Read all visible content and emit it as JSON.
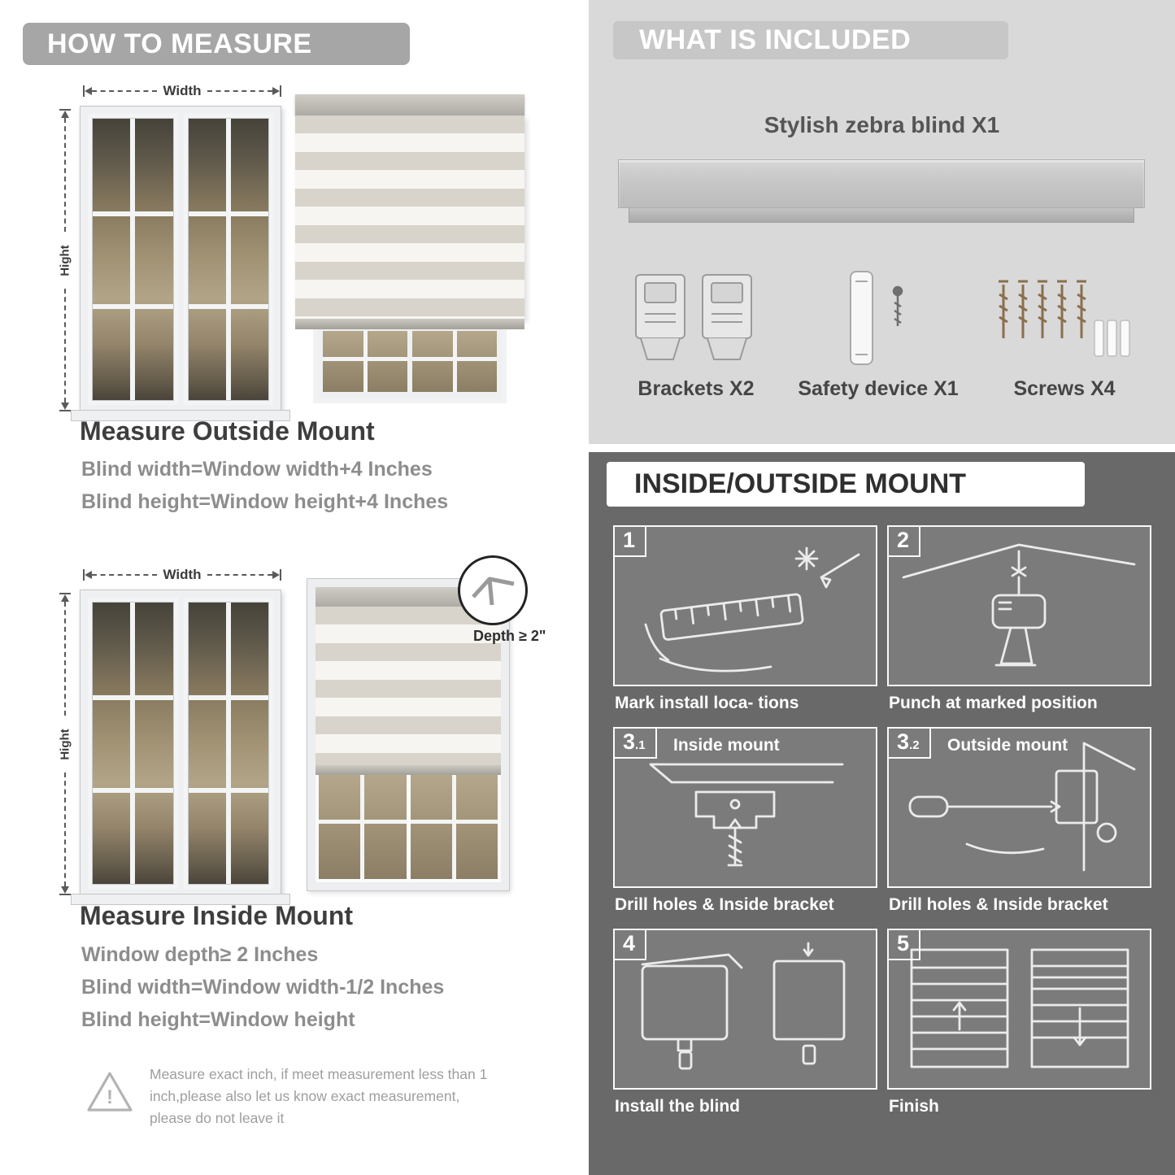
{
  "colors": {
    "banner_gray": "#a6a6a6",
    "included_banner_gray": "#c7c7c7",
    "light_panel_bg": "#d9d9d9",
    "dark_panel_bg": "#696969",
    "heading_text": "#3e3e3e",
    "body_text_gray": "#8d8d8d"
  },
  "left": {
    "banner": "HOW TO MEASURE",
    "fig_outside": {
      "width_label": "Width",
      "height_label": "Hight"
    },
    "outside": {
      "heading": "Measure Outside Mount",
      "lines": [
        "Blind width=Window width+4 Inches",
        "Blind height=Window height+4 Inches"
      ]
    },
    "fig_inside": {
      "width_label": "Width",
      "height_label": "Hight",
      "depth_label": "Depth ≥ 2\""
    },
    "inside": {
      "heading": "Measure Inside Mount",
      "lines": [
        "Window depth≥ 2 Inches",
        "Blind width=Window width-1/2 Inches",
        "Blind height=Window height"
      ]
    },
    "note": {
      "icon": "!",
      "text": "Measure exact inch, if meet measurement less than 1 inch,please also let us know exact measurement, please do not leave it"
    }
  },
  "right": {
    "included": {
      "banner": "WHAT IS INCLUDED",
      "blind_label": "Stylish zebra blind X1",
      "items": [
        {
          "label": "Brackets X2"
        },
        {
          "label": "Safety device X1"
        },
        {
          "label": "Screws X4"
        }
      ]
    },
    "mount": {
      "banner": "INSIDE/OUTSIDE MOUNT",
      "steps": [
        {
          "num": "1",
          "sub": "",
          "title": "",
          "caption": "Mark install loca- tions"
        },
        {
          "num": "2",
          "sub": "",
          "title": "",
          "caption": "Punch at  marked position"
        },
        {
          "num": "3",
          "sub": ".1",
          "title": "Inside mount",
          "caption": "Drill holes &  Inside bracket"
        },
        {
          "num": "3",
          "sub": ".2",
          "title": "Outside mount",
          "caption": "Drill holes &  Inside bracket"
        },
        {
          "num": "4",
          "sub": "",
          "title": "",
          "caption": "Install the blind"
        },
        {
          "num": "5",
          "sub": "",
          "title": "",
          "caption": "Finish"
        }
      ]
    }
  }
}
